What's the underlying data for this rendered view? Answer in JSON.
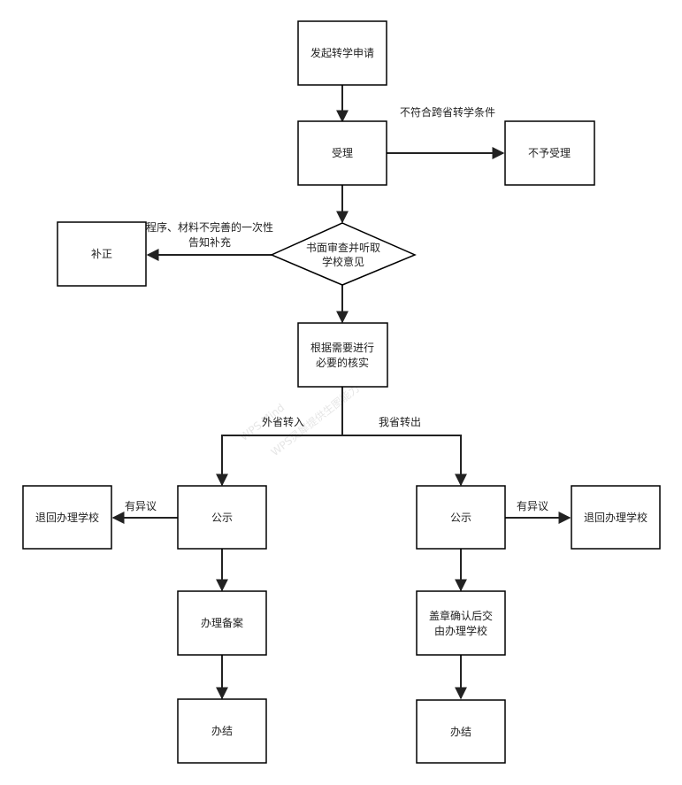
{
  "nodes": {
    "start": "发起转学申请",
    "accept": "受理",
    "reject": "不予受理",
    "review": [
      "书面审查并听取",
      "学校意见"
    ],
    "supplement": "补正",
    "verify": [
      "根据需要进行",
      "必要的核实"
    ],
    "publicity_left": "公示",
    "return_left": "退回办理学校",
    "record": "办理备案",
    "finish_left": "办结",
    "publicity_right": "公示",
    "return_right": "退回办理学校",
    "stamp": [
      "盖章确认后交",
      "由办理学校"
    ],
    "finish_right": "办结"
  },
  "edge_labels": {
    "not_qualified": "不符合跨省转学条件",
    "incomplete": [
      "程序、材料不完善的一次性",
      "告知补充"
    ],
    "transfer_in": "外省转入",
    "transfer_out": "我省转出",
    "objection_left": "有异议",
    "objection_right": "有异议"
  },
  "watermark": [
    "WPS Mind",
    "WPS灵犀提供生图能力"
  ]
}
